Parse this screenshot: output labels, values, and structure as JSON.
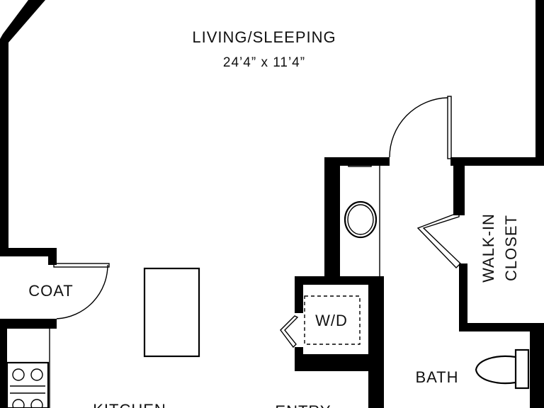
{
  "rooms": {
    "living": {
      "name": "LIVING/SLEEPING",
      "dimensions": "24’4” x 11’4”"
    },
    "coat": {
      "name": "COAT"
    },
    "walk_in_closet": {
      "line1": "WALK-IN",
      "line2": "CLOSET"
    },
    "washer_dryer": {
      "name": "W/D"
    },
    "bath": {
      "name": "BATH"
    },
    "kitchen": {
      "name": "KITCHEN"
    },
    "entry": {
      "name": "ENTRY"
    }
  },
  "colors": {
    "wall": "#000000",
    "background": "#ffffff"
  }
}
